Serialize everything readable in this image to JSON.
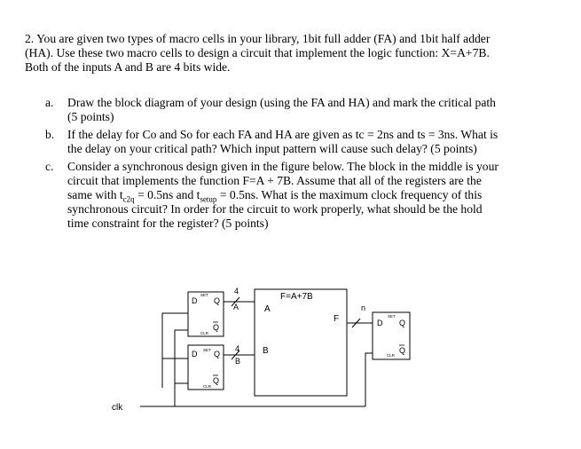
{
  "question": {
    "line1": "2. You are given two types of macro cells in your library, 1bit full adder (FA) and 1bit half adder",
    "line2": "(HA). Use these two macro cells to design a circuit that implement the logic function: X=A+7B.",
    "line3": "Both of the inputs A and B are 4 bits wide."
  },
  "items": [
    {
      "label": "a.",
      "lines": [
        "Draw the block diagram of your design (using the FA and HA) and mark the critical path",
        "(5 points)"
      ]
    },
    {
      "label": "b.",
      "lines": [
        "If the delay for Co and So for each FA and HA are given as tc = 2ns and ts = 3ns. What is",
        "the delay on your critical path? Which input pattern will cause such delay? (5 points)"
      ]
    },
    {
      "label": "c.",
      "lines": [
        "Consider a synchronous design given in the figure below. The block in the middle is your",
        "circuit that implements the function F=A + 7B. Assume that all of the registers are the"
      ],
      "line3_a": "same with t",
      "line3_sub1": "c2q",
      "line3_b": " = 0.5ns and t",
      "line3_sub2": "setup",
      "line3_c": " = 0.5ns. What is the maximum clock frequency of this",
      "lines_rest": [
        "synchronous circuit? In order for the circuit to work properly, what should be the hold",
        "time constraint for the register? (5 points)"
      ]
    }
  ],
  "figure": {
    "block_label": "F=A+7B",
    "input_a": "A",
    "input_b": "B",
    "output_f": "F",
    "reg_top": {
      "d": "D",
      "q": "Q",
      "qbar": "Q",
      "set": "SET",
      "clr": "CLR"
    },
    "reg_bot": {
      "d": "D",
      "q": "Q",
      "qbar": "Q",
      "set": "SET",
      "clr": "CLR"
    },
    "reg_out": {
      "d": "D",
      "q": "Q",
      "qbar": "Q",
      "set": "SET",
      "clr": "CLR"
    },
    "bus_a_width": "4",
    "bus_b_width": "4",
    "bus_out_width": "n",
    "wire_a": "A",
    "wire_b": "B",
    "clk": "clk"
  }
}
